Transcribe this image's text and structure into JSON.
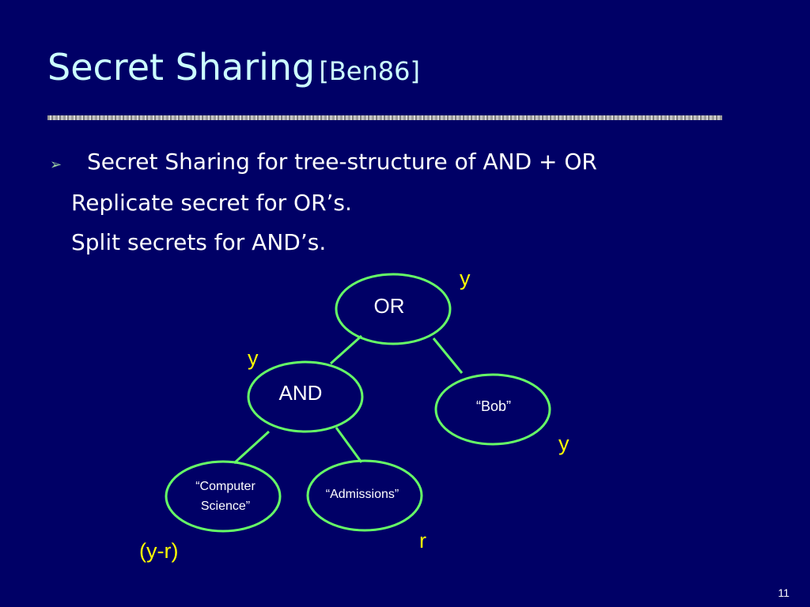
{
  "slide": {
    "title": "Secret Sharing",
    "title_citation": "[Ben86]",
    "bullet_symbol": "➢",
    "lines": [
      "Secret Sharing for tree-structure of AND + OR",
      "Replicate secret for OR’s.",
      "Split secrets for AND’s."
    ],
    "page_number": "11"
  },
  "tree": {
    "nodes": {
      "or": {
        "label": "OR"
      },
      "and": {
        "label": "AND"
      },
      "bob": {
        "label": "“Bob”"
      },
      "cs": {
        "label_line1": "“Computer",
        "label_line2": "Science”"
      },
      "admissions": {
        "label": "“Admissions”"
      }
    },
    "annotations": {
      "or_share": "y",
      "and_share": "y",
      "bob_share": "y",
      "admissions_share": "r",
      "cs_share": "(y-r)"
    }
  },
  "colors": {
    "background": "#000066",
    "title": "#ccffff",
    "node_stroke": "#66ff66",
    "annotation": "#ffff00",
    "text": "#ffffff"
  }
}
